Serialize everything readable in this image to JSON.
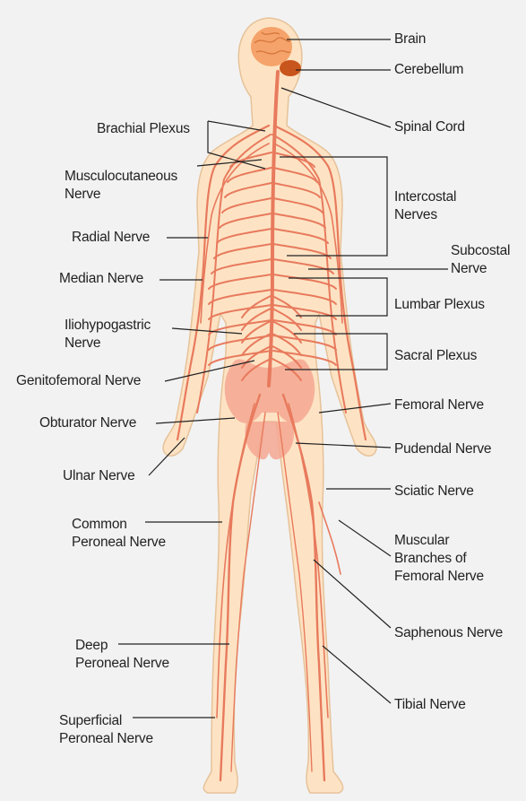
{
  "colors": {
    "background": "#f2f2f2",
    "skin": "#fde3c4",
    "skin_outline": "#e6c299",
    "nerve": "#e87a5d",
    "brain": "#f5a36a",
    "cerebellum": "#c8551c",
    "plexus": "#f4a792",
    "leader": "#222222"
  },
  "labels": {
    "brain": "Brain",
    "cerebellum": "Cerebellum",
    "spinal_cord": "Spinal Cord",
    "intercostal": "Intercostal\nNerves",
    "subcostal": "Subcostal\nNerve",
    "lumbar_plexus": "Lumbar Plexus",
    "sacral_plexus": "Sacral Plexus",
    "femoral": "Femoral Nerve",
    "pudendal": "Pudendal Nerve",
    "sciatic": "Sciatic Nerve",
    "muscular_branches": "Muscular\nBranches of\nFemoral Nerve",
    "saphenous": "Saphenous Nerve",
    "tibial": "Tibial Nerve",
    "brachial_plexus": "Brachial Plexus",
    "musculocutaneous": "Musculocutaneous\nNerve",
    "radial": "Radial Nerve",
    "median": "Median Nerve",
    "iliohypogastric": "Iliohypogastric\nNerve",
    "genitofemoral": "Genitofemoral Nerve",
    "obturator": "Obturator Nerve",
    "ulnar": "Ulnar Nerve",
    "common_peroneal": "Common\nPeroneal Nerve",
    "deep_peroneal": "Deep\nPeroneal Nerve",
    "superficial_peroneal": "Superficial\nPeroneal Nerve"
  }
}
